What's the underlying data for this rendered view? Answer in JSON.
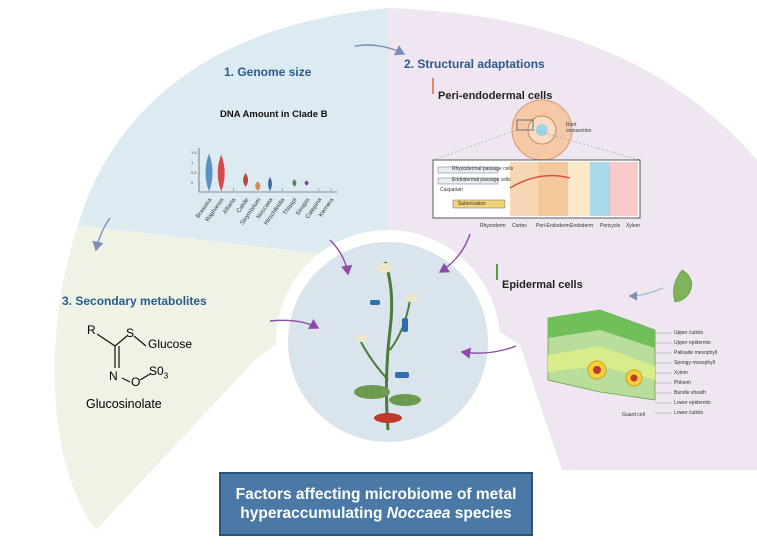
{
  "sections": {
    "genome": {
      "title": "1.  Genome size",
      "plot_title": "DNA Amount in Clade B"
    },
    "structural": {
      "title": "2. Structural adaptations",
      "peri_title": "Peri-endodermal cells",
      "root_label": "Root\ncrossection",
      "passage_labels": [
        "Rhyzodermal passage cells",
        "Endodermal passage cells",
        "Casparian",
        "Suberisation"
      ],
      "tissue_labels": [
        "Rhyzoderm",
        "Cortex",
        "Peri-Endoderm",
        "Endoderm",
        "Pericycle",
        "Xylem"
      ],
      "epi_title": "Epidermal cells",
      "leaf_labels": [
        "Upper cuticle",
        "Upper epidermis",
        "Palisade mesophyll",
        "Spongy mesophyll",
        "Xylem",
        "Phloem",
        "Bundle sheath",
        "Lower epidermis",
        "Lower cuticle"
      ],
      "guard_cell": "Guard cell"
    },
    "metabolites": {
      "title": "3. Secondary metabolites",
      "r": "R",
      "s": "S",
      "glucose": "Glucose",
      "n": "N",
      "o": "O",
      "so3": "S0",
      "so3_sub": "3",
      "name": "Glucosinolate"
    }
  },
  "banner": {
    "line1": "Factors affecting microbiome of metal",
    "line2_pre": "hyperaccumulating ",
    "line2_italic": "Noccaea",
    "line2_post": " species"
  },
  "chart_data": {
    "type": "violin",
    "title": "DNA Amount in Clade B",
    "categories": [
      "Brassica",
      "Raphanus",
      "Alliaria",
      "Cakile",
      "Sisymbrium",
      "Noccaea",
      "Hirschfeldia",
      "Thlaspi",
      "Sinapis",
      "Calepina",
      "Kernera"
    ],
    "yticks": [
      "1.5",
      "1",
      "0.5",
      "0"
    ],
    "colors": {
      "Brassica": "#5b8fc7",
      "Raphanus": "#d94848",
      "Cakile": "#b34a3a",
      "Sisymbrium": "#d98a4a",
      "Noccaea": "#3f6fa3",
      "Thlaspi": "#4c8a4c",
      "Sinapis": "#7b4a9a"
    }
  },
  "colors": {
    "blue_panel": "#dcebf2",
    "purple_panel": "#efe6f2",
    "green_panel": "#eef3e6",
    "title_blue": "#2a5b8c",
    "arrow": "#8e4aa8",
    "banner": "#4a79a6"
  }
}
